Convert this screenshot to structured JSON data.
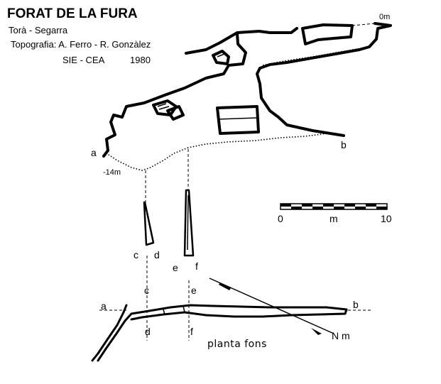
{
  "header": {
    "title": "FORAT DE LA FURA",
    "location": "Torà - Segarra",
    "survey": "Topografia: A. Ferro - R. Gonzàlez",
    "org": "SIE - CEA",
    "year": "1980"
  },
  "profile": {
    "point_a": "a",
    "point_b": "b",
    "depth_top": "0m",
    "depth_bottom": "-14m"
  },
  "scale": {
    "min_label": "0",
    "unit_label": "m",
    "max_label": "10"
  },
  "sections": {
    "c": "c",
    "d": "d",
    "e": "e",
    "f": "f"
  },
  "plan": {
    "point_a": "a",
    "point_b": "b",
    "c": "c",
    "d": "d",
    "e": "e",
    "f": "f",
    "caption": "planta fons",
    "north_label": "N m"
  }
}
